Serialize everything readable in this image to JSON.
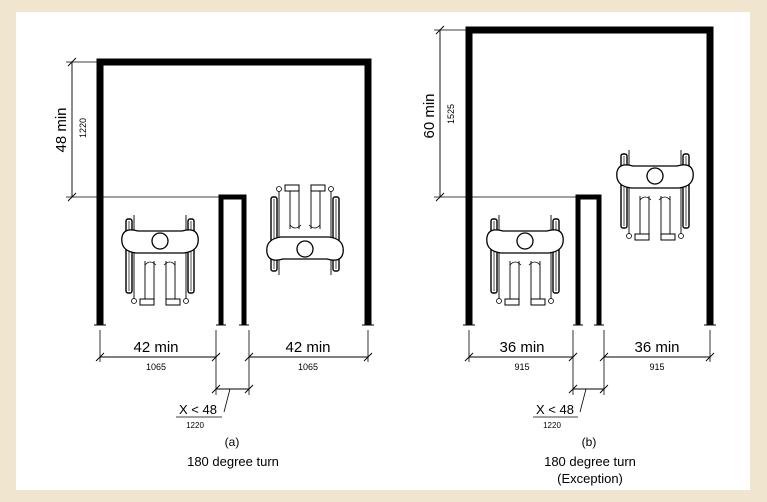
{
  "figures": [
    {
      "id": "a",
      "depth_label": "48 min",
      "depth_metric": "1220",
      "left_width_label": "42 min",
      "left_width_metric": "1065",
      "right_width_label": "42 min",
      "right_width_metric": "1065",
      "wall_label": "X < 48",
      "wall_metric": "1220",
      "caption_letter": "(a)",
      "caption_line1": "180 degree turn",
      "caption_line2": ""
    },
    {
      "id": "b",
      "depth_label": "60 min",
      "depth_metric": "1525",
      "left_width_label": "36 min",
      "left_width_metric": "915",
      "right_width_label": "36 min",
      "right_width_metric": "915",
      "wall_label": "X < 48",
      "wall_metric": "1220",
      "caption_letter": "(b)",
      "caption_line1": "180 degree turn",
      "caption_line2": "(Exception)"
    }
  ],
  "colors": {
    "background": "#f0e6cf",
    "canvas": "#ffffff",
    "ink": "#000000"
  }
}
